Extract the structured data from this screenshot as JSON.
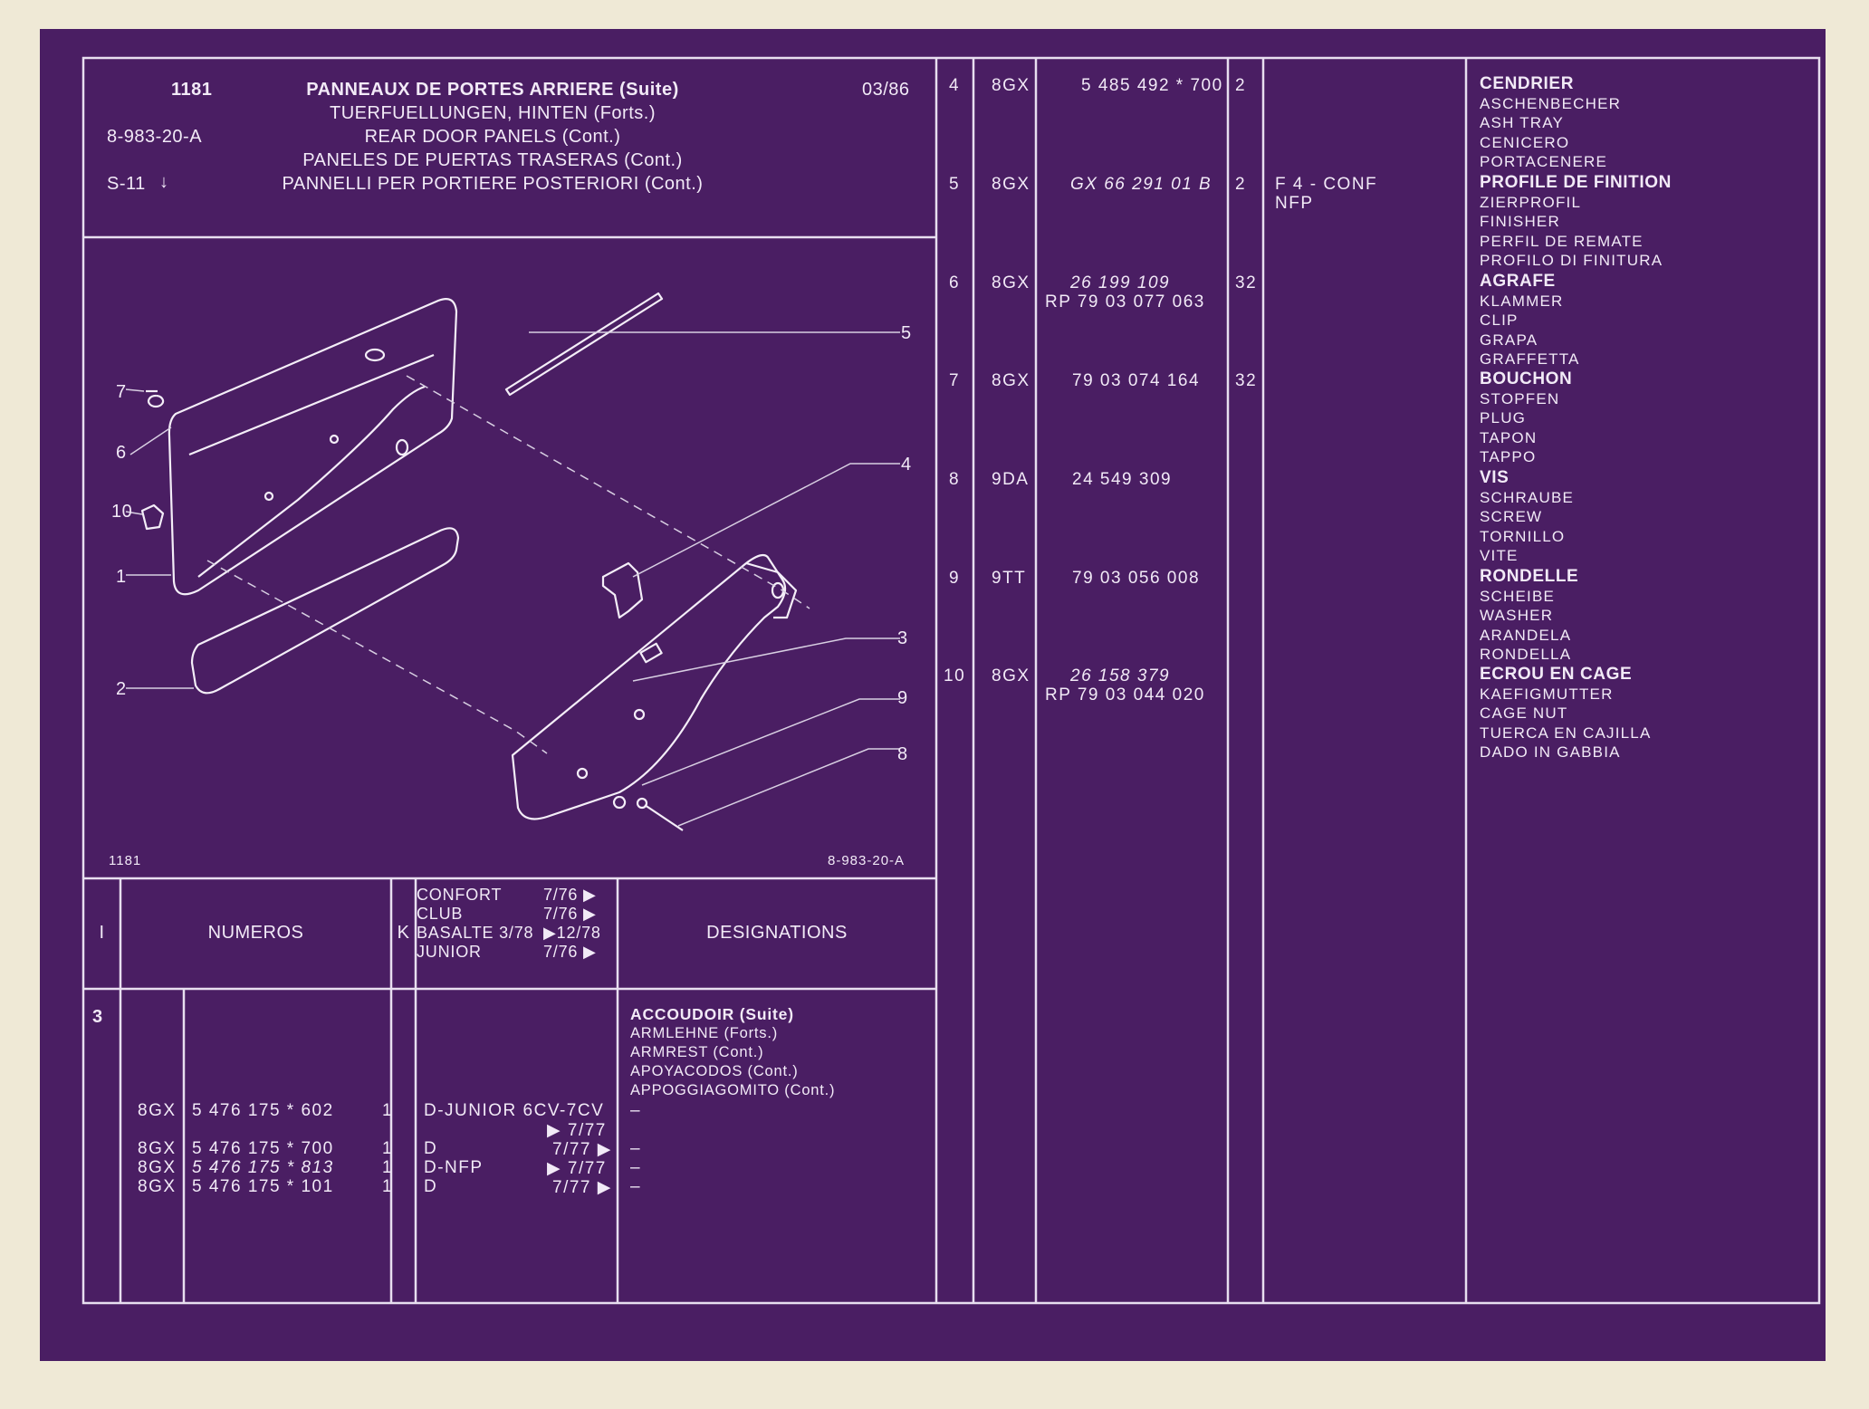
{
  "header": {
    "page": "1181",
    "code": "8-983-20-A",
    "section": "S-11",
    "date": "03/86",
    "titles": [
      "PANNEAUX DE PORTES ARRIERE (Suite)",
      "TUERFUELLUNGEN, HINTEN (Forts.)",
      "REAR DOOR PANELS (Cont.)",
      "PANELES DE PUERTAS TRASERAS (Cont.)",
      "PANNELLI PER PORTIERE POSTERIORI (Cont.)"
    ]
  },
  "diagram": {
    "footer_left": "1181",
    "footer_right": "8-983-20-A",
    "callouts": {
      "c1": "1",
      "c2": "2",
      "c3": "3",
      "c4": "4",
      "c5": "5",
      "c6": "6",
      "c7": "7",
      "c8": "8",
      "c9": "9",
      "c10": "10"
    }
  },
  "table_header": {
    "col_i": "I",
    "col_numeros": "NUMEROS",
    "col_k": "K",
    "versions": [
      {
        "name": "CONFORT",
        "date": "7/76 ▶"
      },
      {
        "name": "CLUB",
        "date": "7/76 ▶"
      },
      {
        "name": "BASALTE 3/78",
        "date": "▶12/78"
      },
      {
        "name": "JUNIOR",
        "date": "7/76 ▶"
      }
    ],
    "col_designations": "DESIGNATIONS"
  },
  "left_item": {
    "index": "3",
    "names": [
      "ACCOUDOIR (Suite)",
      "ARMLEHNE (Forts.)",
      "ARMREST (Cont.)",
      "APOYACODOS (Cont.)",
      "APPOGGIAGOMITO (Cont.)"
    ],
    "rows": [
      {
        "code": "8GX",
        "number": "5 476 175 * 602",
        "qty": "1",
        "version": "D-JUNIOR 6CV-7CV",
        "date": "▶ 7/77",
        "desig": "–"
      },
      {
        "code": "8GX",
        "number": "5 476 175 * 700",
        "qty": "1",
        "version": "D",
        "date": "7/77 ▶",
        "desig": "–"
      },
      {
        "code": "8GX",
        "number": "5 476 175 * 813",
        "qty": "1",
        "version": "D-NFP",
        "date": "▶ 7/77",
        "desig": "–"
      },
      {
        "code": "8GX",
        "number": "5 476 175 * 101",
        "qty": "1",
        "version": "D",
        "date": "7/77 ▶",
        "desig": "–"
      }
    ]
  },
  "right_items": [
    {
      "index": "4",
      "code": "8GX",
      "number": "5 485 492 * 700",
      "number2": "",
      "qty": "2",
      "version": "",
      "version2": "",
      "names": [
        "CENDRIER",
        "ASCHENBECHER",
        "ASH TRAY",
        "CENICERO",
        "PORTACENERE"
      ]
    },
    {
      "index": "5",
      "code": "8GX",
      "number": "GX 66 291 01 B",
      "number2": "",
      "qty": "2",
      "version": "F 4 - CONF",
      "version2": "NFP",
      "names": [
        "PROFILE DE FINITION",
        "ZIERPROFIL",
        "FINISHER",
        "PERFIL DE REMATE",
        "PROFILO DI FINITURA"
      ]
    },
    {
      "index": "6",
      "code": "8GX",
      "number": "26 199 109",
      "number2": "RP 79 03 077 063",
      "qty": "32",
      "version": "",
      "version2": "",
      "names": [
        "AGRAFE",
        "KLAMMER",
        "CLIP",
        "GRAPA",
        "GRAFFETTA"
      ]
    },
    {
      "index": "7",
      "code": "8GX",
      "number": "79 03 074 164",
      "number2": "",
      "qty": "32",
      "version": "",
      "version2": "",
      "names": [
        "BOUCHON",
        "STOPFEN",
        "PLUG",
        "TAPON",
        "TAPPO"
      ]
    },
    {
      "index": "8",
      "code": "9DA",
      "number": "24 549 309",
      "number2": "",
      "qty": "",
      "version": "",
      "version2": "",
      "names": [
        "VIS",
        "SCHRAUBE",
        "SCREW",
        "TORNILLO",
        "VITE"
      ]
    },
    {
      "index": "9",
      "code": "9TT",
      "number": "79 03 056 008",
      "number2": "",
      "qty": "",
      "version": "",
      "version2": "",
      "names": [
        "RONDELLE",
        "SCHEIBE",
        "WASHER",
        "ARANDELA",
        "RONDELLA"
      ]
    },
    {
      "index": "10",
      "code": "8GX",
      "number": "26 158 379",
      "number2": "RP 79 03 044 020",
      "qty": "",
      "version": "",
      "version2": "",
      "names": [
        "ECROU EN CAGE",
        "KAEFIGMUTTER",
        "CAGE NUT",
        "TUERCA EN CAJILLA",
        "DADO IN GABBIA"
      ]
    }
  ],
  "colors": {
    "sheet": "#4a1e63",
    "ink": "#f2eaf7",
    "border": "#efe9d6"
  }
}
